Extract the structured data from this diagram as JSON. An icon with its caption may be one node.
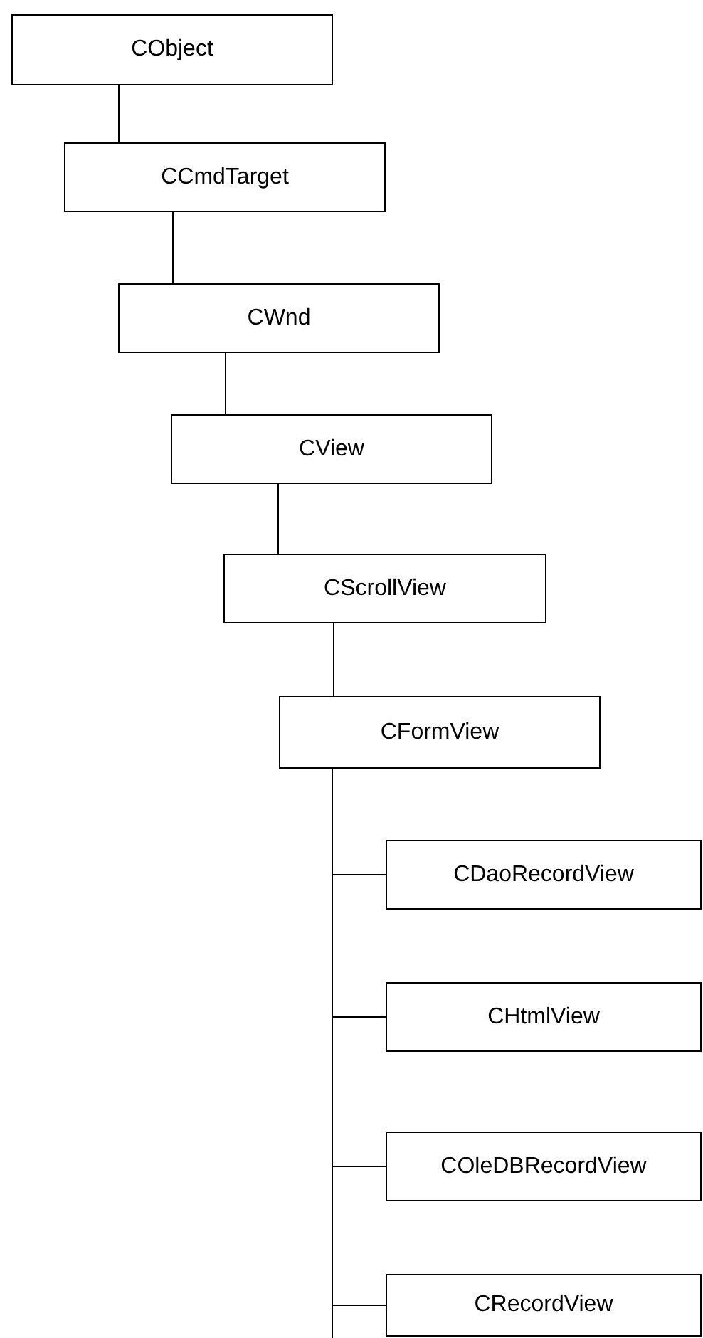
{
  "diagram": {
    "nodes": [
      {
        "text": [
          "CObject"
        ]
      },
      {
        "text": [
          "CCmdTarget"
        ]
      },
      {
        "text": [
          "CWnd"
        ]
      },
      {
        "text": [
          "CView"
        ]
      },
      {
        "text": [
          "CScrollView"
        ]
      },
      {
        "text": [
          "CFormView"
        ]
      },
      {
        "text": [
          "CDaoRecordView"
        ]
      },
      {
        "text": [
          "CHtmlView"
        ]
      },
      {
        "text": [
          "COleDBRecordView"
        ]
      },
      {
        "text": [
          "CRecordView"
        ]
      }
    ],
    "edges": [
      {
        "from": 0,
        "to": 1,
        "arrow": "none"
      },
      {
        "from": 1,
        "to": 2,
        "arrow": "none"
      },
      {
        "from": 2,
        "to": 3,
        "arrow": "none"
      },
      {
        "from": 3,
        "to": 4,
        "arrow": "none"
      },
      {
        "from": 4,
        "to": 5,
        "arrow": "none"
      },
      {
        "from": 5,
        "to": 6,
        "arrow": "none"
      },
      {
        "from": 5,
        "to": 7,
        "arrow": "none"
      },
      {
        "from": 5,
        "to": 8,
        "arrow": "none"
      },
      {
        "from": 5,
        "to": 9,
        "arrow": "none"
      }
    ]
  }
}
